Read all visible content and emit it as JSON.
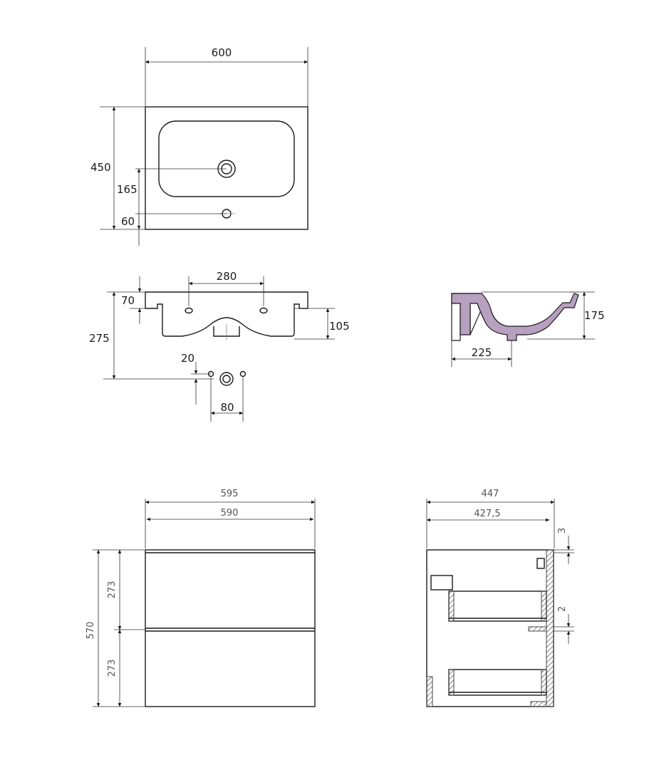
{
  "views": {
    "top": {
      "width": "600",
      "depth": "450",
      "drain_offset": "165",
      "tap_offset": "60"
    },
    "front": {
      "tap_spacing": "280",
      "rim_height": "70",
      "total_height": "275",
      "bowl_height": "105",
      "hole_offset": "20",
      "hole_spacing": "80"
    },
    "section": {
      "height": "175",
      "drain_depth": "225"
    },
    "cabinet_front": {
      "outer_width": "595",
      "inner_width": "590",
      "total_height": "570",
      "drawer_top": "273",
      "drawer_bottom": "273"
    },
    "cabinet_side": {
      "outer_depth": "447",
      "inner_depth": "427,5",
      "top_gap": "3",
      "mid_gap": "2"
    }
  },
  "colors": {
    "line": "#1a1a1a",
    "section_fill": "#b8a0c0",
    "hatch": "#444444"
  }
}
